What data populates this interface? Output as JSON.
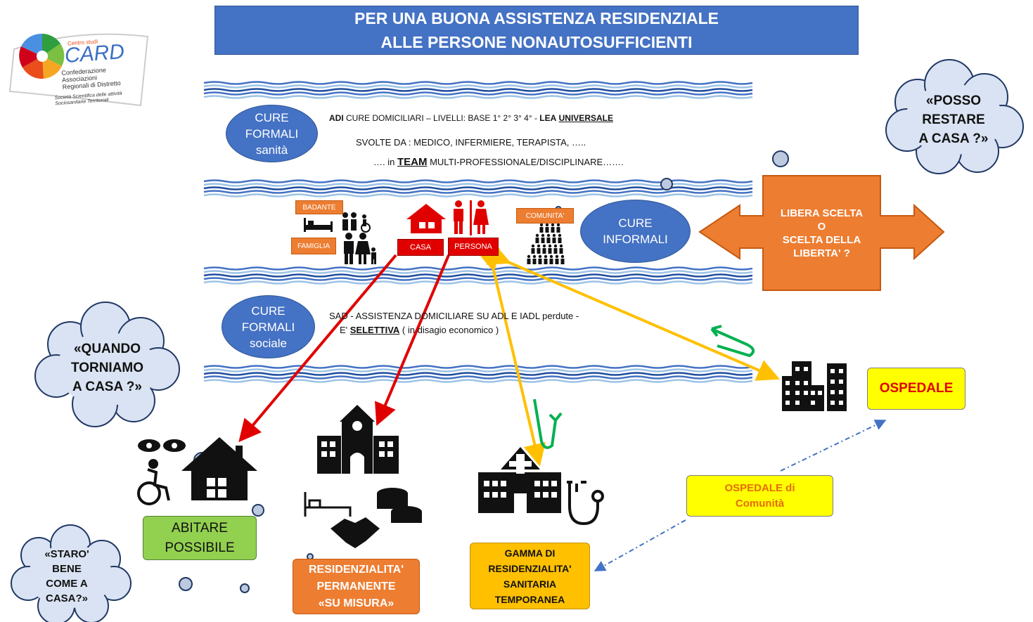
{
  "title": {
    "line1": "PER UNA BUONA ASSISTENZA RESIDENZIALE",
    "line2": "ALLE PERSONE NONAUTOSUFFICIENTI"
  },
  "logo": {
    "small": "Centro studi",
    "name": "CARD",
    "line1": "Confederazione",
    "line2": "Associazioni",
    "line3": "Regionali di Distretto",
    "line4": "Società Scientifica delle attività",
    "line5": "Sociosanitarie Territoriali"
  },
  "cure_formali_sanita": {
    "line1": "CURE",
    "line2": "FORMALI",
    "line3": "sanità"
  },
  "adi": {
    "prefix": "ADI",
    "text": " CURE DOMICILIARI – LIVELLI: BASE  1°  2°  3°  4° -  ",
    "lea": "LEA",
    "universale": "UNIVERSALE"
  },
  "svolte": "SVOLTE DA : MEDICO, INFERMIERE, TERAPISTA, …..",
  "team": {
    "pre": "…. in ",
    "team": "TEAM",
    "post": " MULTI-PROFESSIONALE/DISCIPLINARE……."
  },
  "labels": {
    "badante": "BADANTE",
    "famiglia": "FAMIGLIA",
    "casa": "CASA",
    "persona": "PERSONA",
    "comunita": "COMUNITA'"
  },
  "cure_informali": {
    "line1": "CURE",
    "line2": "INFORMALI"
  },
  "libera": {
    "line1": "LIBERA SCELTA",
    "line2": "O",
    "line3": "SCELTA DELLA",
    "line4": "LIBERTA' ?"
  },
  "posso": {
    "line1": "«POSSO",
    "line2": "RESTARE",
    "line3": "A CASA ?»"
  },
  "cure_formali_sociale": {
    "line1": "CURE",
    "line2": "FORMALI",
    "line3": "sociale"
  },
  "sad": {
    "line1": "SAD - ASSISTENZA DOMICILIARE SU ADL E IADL perdute -",
    "pre2": "E' ",
    "selettiva": "SELETTIVA",
    "post2": "  ( in disagio economico )"
  },
  "quando": {
    "line1": "«QUANDO",
    "line2": "TORNIAMO",
    "line3": "A CASA ?»"
  },
  "staro": {
    "line1": "«STARO'",
    "line2": "BENE",
    "line3": "COME A",
    "line4": "CASA?»"
  },
  "abitare": {
    "line1": "ABITARE",
    "line2": "POSSIBILE"
  },
  "residenzialita": {
    "line1": "RESIDENZIALITA'",
    "line2": "PERMANENTE",
    "line3": "«SU MISURA»"
  },
  "gamma": {
    "line1": "GAMMA DI",
    "line2": "RESIDENZIALITA'",
    "line3": "SANITARIA",
    "line4": "TEMPORANEA"
  },
  "ospedale": "OSPEDALE",
  "ospedale_comunita": {
    "line1": "OSPEDALE di",
    "line2": "Comunità"
  },
  "colors": {
    "blue": "#4472C4",
    "orange": "#ED7D31",
    "red": "#E00000",
    "amber": "#FFC000",
    "yellow": "#FFFF00",
    "green": "#92D050",
    "dark_green": "#00B050"
  }
}
